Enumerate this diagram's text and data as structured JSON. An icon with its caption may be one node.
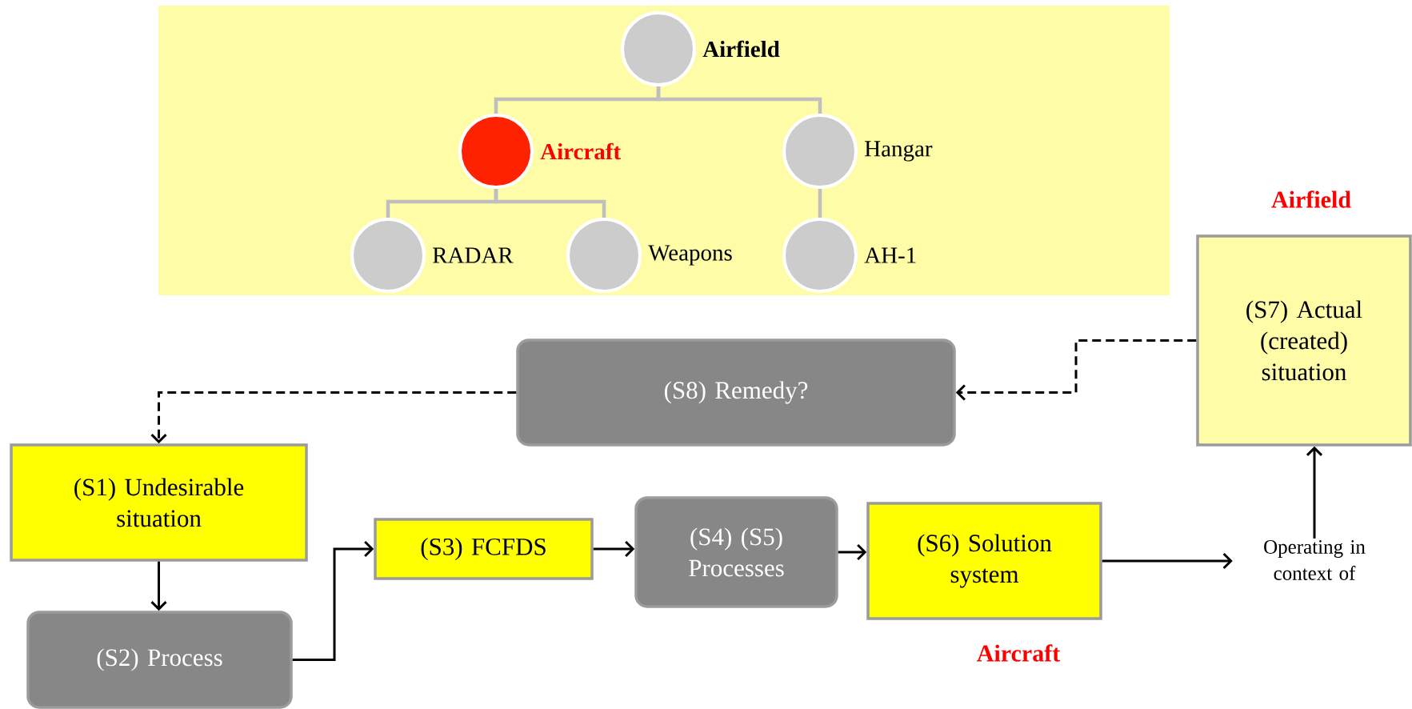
{
  "diagram": {
    "nodes": [
      {
        "text": [],
        "shape": "box"
      },
      {
        "text": [
          "Airfield"
        ],
        "in": 0
      },
      {
        "text": [
          "Aircraft"
        ],
        "in": 0
      },
      {
        "text": [
          "Hangar"
        ],
        "in": 0
      },
      {
        "text": [
          "RADAR"
        ],
        "in": 0
      },
      {
        "text": [
          "Weapons"
        ],
        "in": 0
      },
      {
        "text": [
          "AH-1"
        ],
        "in": 0
      },
      {
        "text": [
          "(S8) Remedy?"
        ]
      },
      {
        "text": [
          "(S7) Actual (created) situation"
        ],
        "beside": [
          "Airfield"
        ]
      },
      {
        "text": [
          "(S1) Undesirable situation"
        ]
      },
      {
        "text": [
          "(S2) Process"
        ]
      },
      {
        "text": [
          "(S3) FCFDS"
        ]
      },
      {
        "text": [
          "(S4) (S5) Processes"
        ]
      },
      {
        "text": [
          "(S6) Solution system"
        ],
        "beside": [
          "Aircraft"
        ]
      },
      {
        "text": [
          "Operating in context of"
        ]
      }
    ],
    "edges": [
      {
        "from": 1,
        "to": 2,
        "arrow": "none",
        "color": "#bfbfbf"
      },
      {
        "from": 1,
        "to": 3,
        "arrow": "none",
        "color": "#bfbfbf"
      },
      {
        "from": 2,
        "to": 4,
        "arrow": "none",
        "color": "#bfbfbf"
      },
      {
        "from": 2,
        "to": 5,
        "arrow": "none",
        "color": "#bfbfbf"
      },
      {
        "from": 3,
        "to": 6,
        "arrow": "none",
        "color": "#bfbfbf"
      },
      {
        "from": 8,
        "to": 7,
        "arrow": "to",
        "style": "dashed"
      },
      {
        "from": 7,
        "to": 9,
        "arrow": "to",
        "style": "dashed"
      },
      {
        "from": 9,
        "to": 10,
        "arrow": "to"
      },
      {
        "from": 10,
        "to": 11,
        "arrow": "to"
      },
      {
        "from": 11,
        "to": 12,
        "arrow": "to"
      },
      {
        "from": 12,
        "to": 13,
        "arrow": "to"
      },
      {
        "from": 13,
        "to": 14,
        "arrow": "to"
      },
      {
        "from": 14,
        "to": 8,
        "arrow": "to"
      }
    ]
  }
}
